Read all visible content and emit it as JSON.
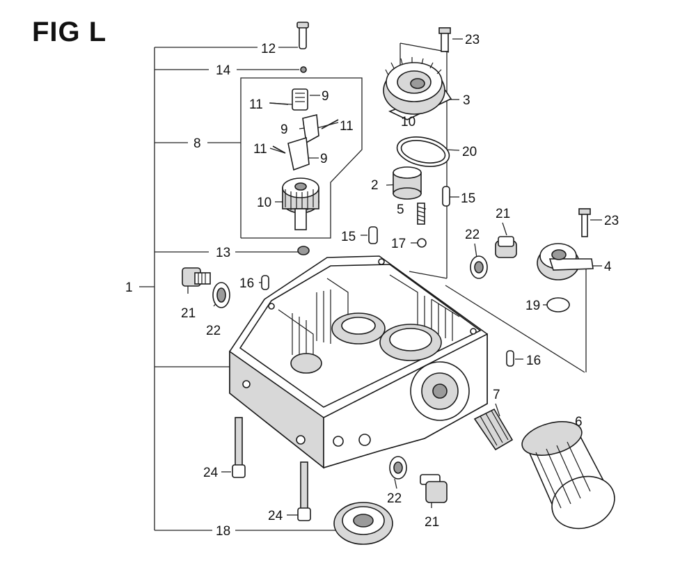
{
  "figure": {
    "title": "FIG L"
  },
  "callouts": {
    "c1": "1",
    "c2": "2",
    "c3": "3",
    "c4": "4",
    "c5": "5",
    "c6": "6",
    "c7": "7",
    "c8": "8",
    "c9a": "9",
    "c9b": "9",
    "c9c": "9",
    "c10a": "10",
    "c10b": "10",
    "c11a": "11",
    "c11b": "11",
    "c11c": "11",
    "c12": "12",
    "c13": "13",
    "c14": "14",
    "c15a": "15",
    "c15b": "15",
    "c16a": "16",
    "c16b": "16",
    "c17": "17",
    "c18": "18",
    "c19": "19",
    "c20": "20",
    "c21a": "21",
    "c21b": "21",
    "c21c": "21",
    "c22a": "22",
    "c22b": "22",
    "c22c": "22",
    "c23a": "23",
    "c23b": "23",
    "c24a": "24",
    "c24b": "24"
  }
}
